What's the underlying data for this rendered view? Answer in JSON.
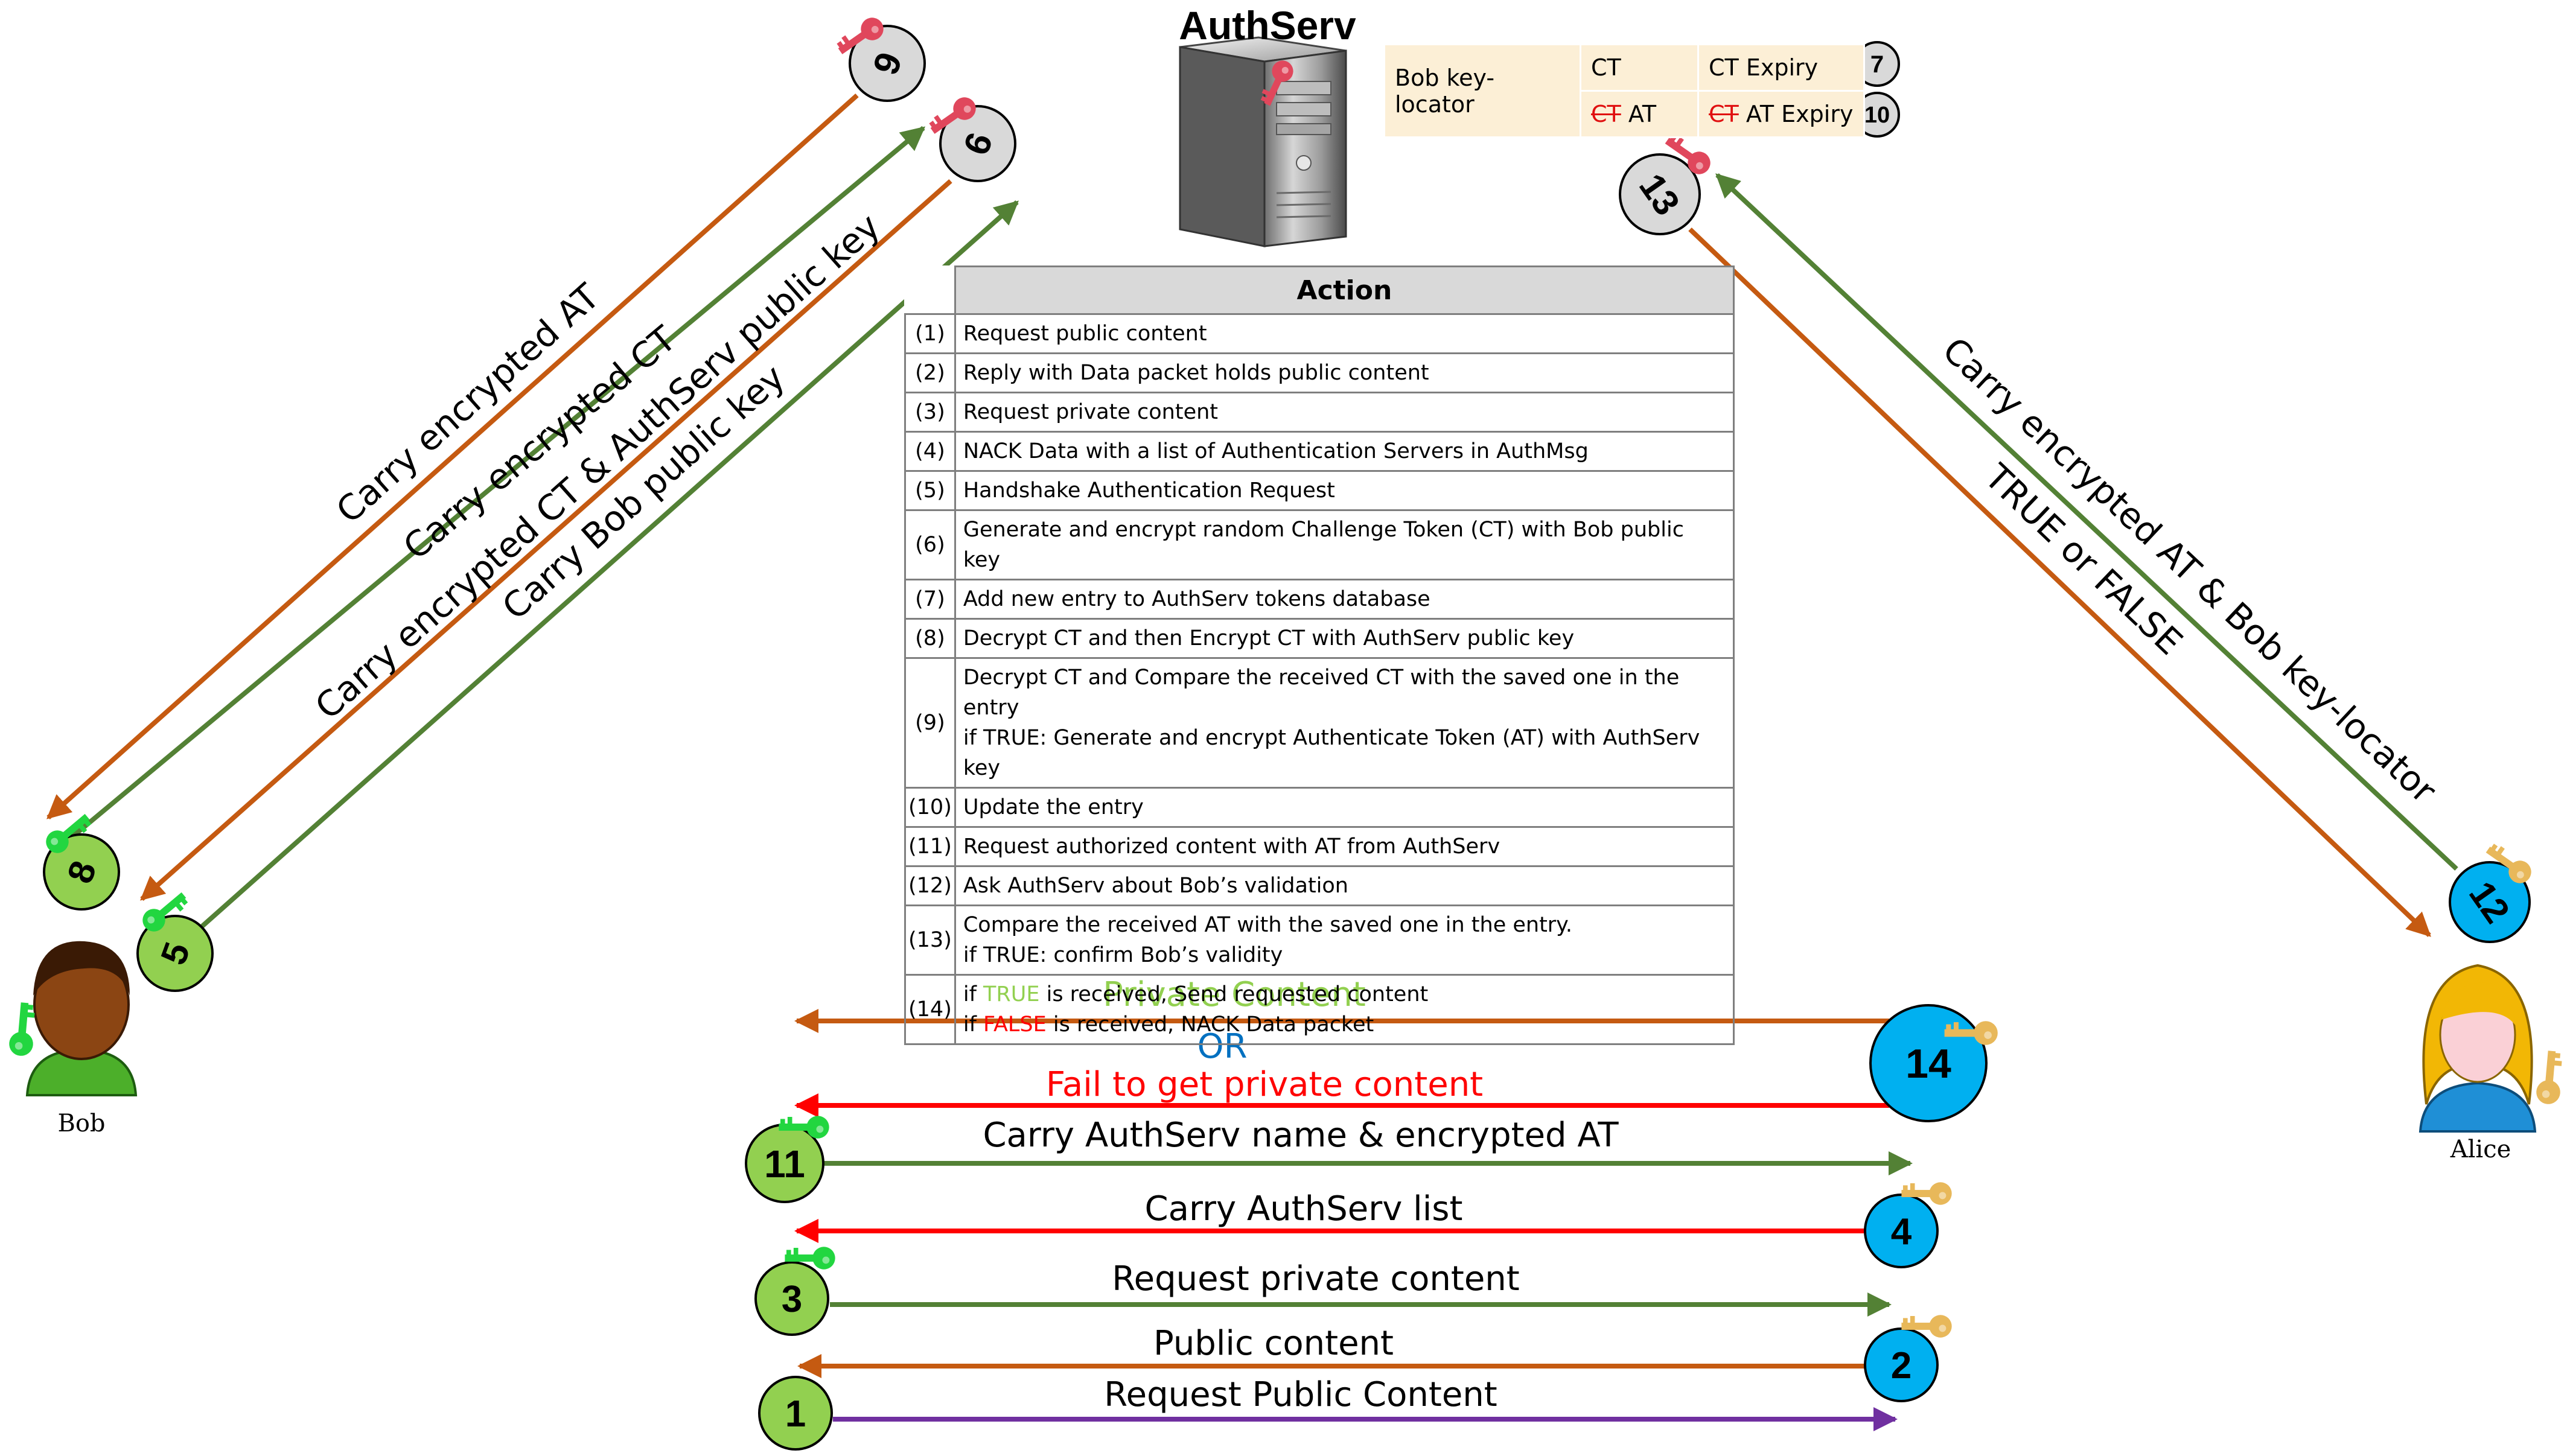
{
  "server": {
    "title": "AuthServ"
  },
  "db": {
    "key_locator": "Bob key-locator",
    "ct": "CT",
    "ct_expiry": "CT Expiry",
    "ct_struck": "CT",
    "at": "AT",
    "at_expiry": "AT Expiry"
  },
  "actions": {
    "header": "Action",
    "rows": [
      {
        "no": "(1)",
        "text": "Request public content"
      },
      {
        "no": "(2)",
        "text": "Reply with Data packet holds public content"
      },
      {
        "no": "(3)",
        "text": "Request private content"
      },
      {
        "no": "(4)",
        "text": "NACK Data with a list of Authentication Servers in AuthMsg"
      },
      {
        "no": "(5)",
        "text": "Handshake Authentication Request"
      },
      {
        "no": "(6)",
        "text": "Generate and encrypt random Challenge Token (CT) with Bob public key"
      },
      {
        "no": "(7)",
        "text": "Add new entry to AuthServ tokens database"
      },
      {
        "no": "(8)",
        "text": "Decrypt CT and then Encrypt CT with AuthServ public key"
      },
      {
        "no": "(9)",
        "text": "Decrypt CT and Compare the received CT with the saved one in the entry",
        "text2": "if TRUE: Generate and encrypt Authenticate Token (AT) with AuthServ key"
      },
      {
        "no": "(10)",
        "text": "Update the entry"
      },
      {
        "no": "(11)",
        "text": "Request authorized content with AT from AuthServ"
      },
      {
        "no": "(12)",
        "text": "Ask AuthServ about Bob’s validation"
      },
      {
        "no": "(13)",
        "text": "Compare the received AT with the saved one in the entry.",
        "text2": "if TRUE: confirm Bob’s validity"
      },
      {
        "no": "(14)",
        "text_a": "if ",
        "true_word": "TRUE",
        "text_b": " is received, Send requested content",
        "text2_a": "if ",
        "false_word": "FALSE",
        "text2_b": " is received, NACK Data packet"
      }
    ]
  },
  "labels": {
    "carry_encrypted_at": "Carry encrypted AT",
    "carry_encrypted_ct": "Carry encrypted CT",
    "carry_encrypted_ct_pubkey": "Carry encrypted CT & AuthServ public key",
    "carry_bob_public_key": "Carry Bob public key",
    "carry_at_keylocator": "Carry encrypted AT & Bob key-locator",
    "true_or_false": "TRUE or FALSE",
    "private_content": "Private Content",
    "or": "OR",
    "fail_private": "Fail to get private content",
    "carry_authserv_name": "Carry AuthServ name & encrypted AT",
    "carry_authserv_list": "Carry AuthServ list",
    "request_private": "Request private content",
    "public_content": "Public content",
    "request_public": "Request Public Content"
  },
  "steps": {
    "s1": "1",
    "s2": "2",
    "s3": "3",
    "s4": "4",
    "s5": "5",
    "s6": "6",
    "s7": "7",
    "s8": "8",
    "s9": "9",
    "s10": "10",
    "s11": "11",
    "s12": "12",
    "s13": "13",
    "s14": "14"
  },
  "people": {
    "bob": "Bob",
    "alice": "Alice"
  },
  "colors": {
    "orange": "#c55a11",
    "green": "#538135",
    "red": "#ff0000",
    "purple": "#7030a0",
    "step_green": "#92d050",
    "step_blue": "#00b0f0",
    "step_gray": "#d9d9d9",
    "key_red": "#e0475c",
    "key_green": "#22d640",
    "key_gold": "#e8b85a",
    "private_text": "#92d050",
    "or_text": "#0070c0"
  }
}
